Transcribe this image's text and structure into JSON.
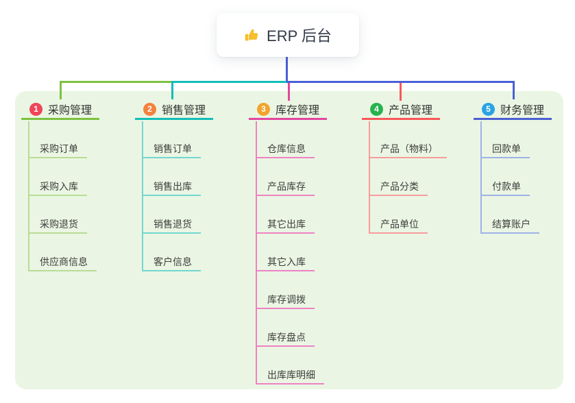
{
  "root": {
    "label": "ERP 后台",
    "icon": "thumbs-up-icon",
    "icon_color": "#f5c02c",
    "connector_color": "#4a5fd6"
  },
  "colors": {
    "page_bg": "#ffffff",
    "panel_bg": "#eaf6e3",
    "card_bg": "#ffffff",
    "card_text": "#323a47",
    "header_text": "#333333",
    "child_text": "#3d3d3d",
    "badge_text": "#ffffff"
  },
  "branches": [
    {
      "badge": "1",
      "badge_color": "#f04558",
      "label": "采购管理",
      "line_color": "#7cc241",
      "child_line_color": "#b8dc95",
      "children": [
        "采购订单",
        "采购入库",
        "采购退货",
        "供应商信息"
      ]
    },
    {
      "badge": "2",
      "badge_color": "#f5813e",
      "label": "销售管理",
      "line_color": "#12bdb7",
      "child_line_color": "#74d6d0",
      "children": [
        "销售订单",
        "销售出库",
        "销售退货",
        "客户信息"
      ]
    },
    {
      "badge": "3",
      "badge_color": "#f2a42d",
      "label": "库存管理",
      "line_color": "#e2459f",
      "child_line_color": "#ef82c3",
      "children": [
        "仓库信息",
        "产品库存",
        "其它出库",
        "其它入库",
        "库存调拨",
        "库存盘点",
        "出库库明细"
      ]
    },
    {
      "badge": "4",
      "badge_color": "#27b350",
      "label": "产品管理",
      "line_color": "#f95659",
      "child_line_color": "#f99b9d",
      "children": [
        "产品（物料）",
        "产品分类",
        "产品单位"
      ]
    },
    {
      "badge": "5",
      "badge_color": "#2aa3e4",
      "label": "财务管理",
      "line_color": "#4a5fd4",
      "child_line_color": "#9fb1e9",
      "children": [
        "回款单",
        "付款单",
        "结算账户"
      ]
    }
  ]
}
